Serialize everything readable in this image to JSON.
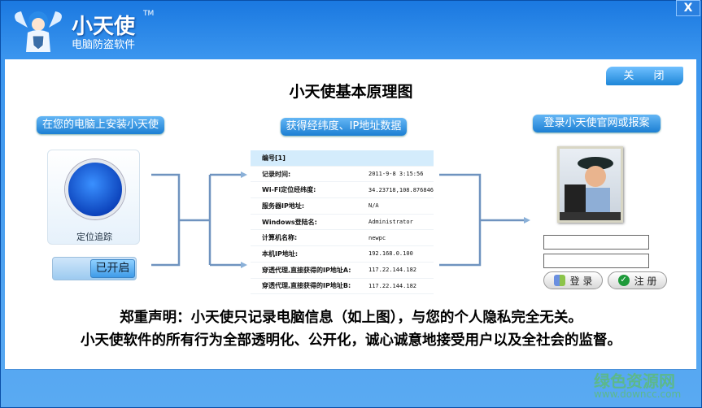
{
  "app": {
    "title": "小天使",
    "trademark": "TM",
    "subtitle": "电脑防盗软件",
    "close_glyph": "X"
  },
  "main": {
    "title": "小天使基本原理图",
    "close_button": "关 闭",
    "steps": [
      "在您的电脑上安装小天使",
      "获得经纬度、IP地址数据",
      "登录小天使官网或报案"
    ],
    "radar_label": "定位追踪",
    "toggle_label": "已开启",
    "table": {
      "header": "编号[1]",
      "rows": [
        {
          "key": "记录时间:",
          "value": "2011-9-8 3:15:56"
        },
        {
          "key": "Wi-Fi定位经纬度:",
          "value": "34.23718,108.876846"
        },
        {
          "key": "服务器IP地址:",
          "value": "N/A"
        },
        {
          "key": "Windows登陆名:",
          "value": "Administrator"
        },
        {
          "key": "计算机名称:",
          "value": "newpc"
        },
        {
          "key": "本机IP地址:",
          "value": "192.168.0.100"
        },
        {
          "key": "穿透代理,直接获得的IP地址A:",
          "value": "117.22.144.182"
        },
        {
          "key": "穿透代理,直接获得的IP地址B:",
          "value": "117.22.144.182"
        }
      ]
    },
    "login": {
      "username": "",
      "password": "",
      "login_button": "登 录",
      "register_button": "注 册"
    },
    "declaration": [
      "郑重声明：小天使只记录电脑信息（如上图），与您的个人隐私完全无关。",
      "小天使软件的所有行为全部透明化、公开化，诚心诚意地接受用户以及全社会的监督。"
    ]
  },
  "watermark": {
    "name": "绿色资源网",
    "url": "www.downcc.com"
  },
  "colors": {
    "window": "#3a95ee",
    "step_button": "#2a8ad8",
    "arrow": "#6f93bf"
  }
}
